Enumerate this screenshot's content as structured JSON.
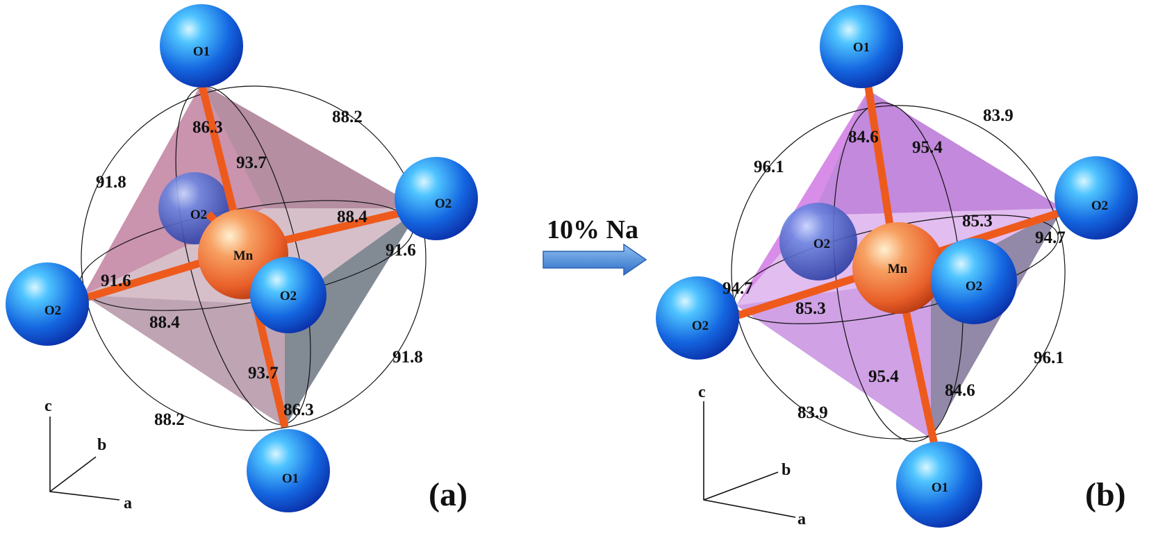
{
  "arrow_label": "10% Na",
  "panels": {
    "a": {
      "panel_label": "(a)",
      "atoms": {
        "center": "Mn",
        "top": "O1",
        "bottom": "O1",
        "left": "O2",
        "right": "O2",
        "back": "O2",
        "front": "O2"
      },
      "angles": {
        "top_left": "86.3",
        "top_right": "93.7",
        "upper_ring_right": "88.2",
        "upper_ring_left": "91.8",
        "eq_back_right": "88.4",
        "eq_right": "91.6",
        "eq_left": "91.6",
        "eq_front_left": "88.4",
        "bottom_left": "93.7",
        "bottom_right": "86.3",
        "lower_ring_right": "91.8",
        "lower_ring_left": "88.2"
      },
      "axes": {
        "c": "c",
        "b": "b",
        "a": "a"
      }
    },
    "b": {
      "panel_label": "(b)",
      "atoms": {
        "center": "Mn",
        "top": "O1",
        "bottom": "O1",
        "left": "O2",
        "right": "O2",
        "back": "O2",
        "front": "O2"
      },
      "angles": {
        "top_left": "84.6",
        "top_right": "95.4",
        "upper_ring_right": "83.9",
        "upper_ring_left": "96.1",
        "eq_back_right": "85.3",
        "eq_right": "94.7",
        "eq_left": "94.7",
        "eq_front_left": "85.3",
        "bottom_left": "95.4",
        "bottom_right": "84.6",
        "lower_ring_right": "96.1",
        "lower_ring_left": "83.9"
      },
      "axes": {
        "c": "c",
        "b": "b",
        "a": "a"
      }
    }
  },
  "colors": {
    "oxygen": "#1e7ae8",
    "manganese": "#f0782a",
    "bond": "#ee5a1c",
    "polyhedron_a": "#b06a8c",
    "polyhedron_b": "#c653d8",
    "arrow": "#3f86dc"
  }
}
